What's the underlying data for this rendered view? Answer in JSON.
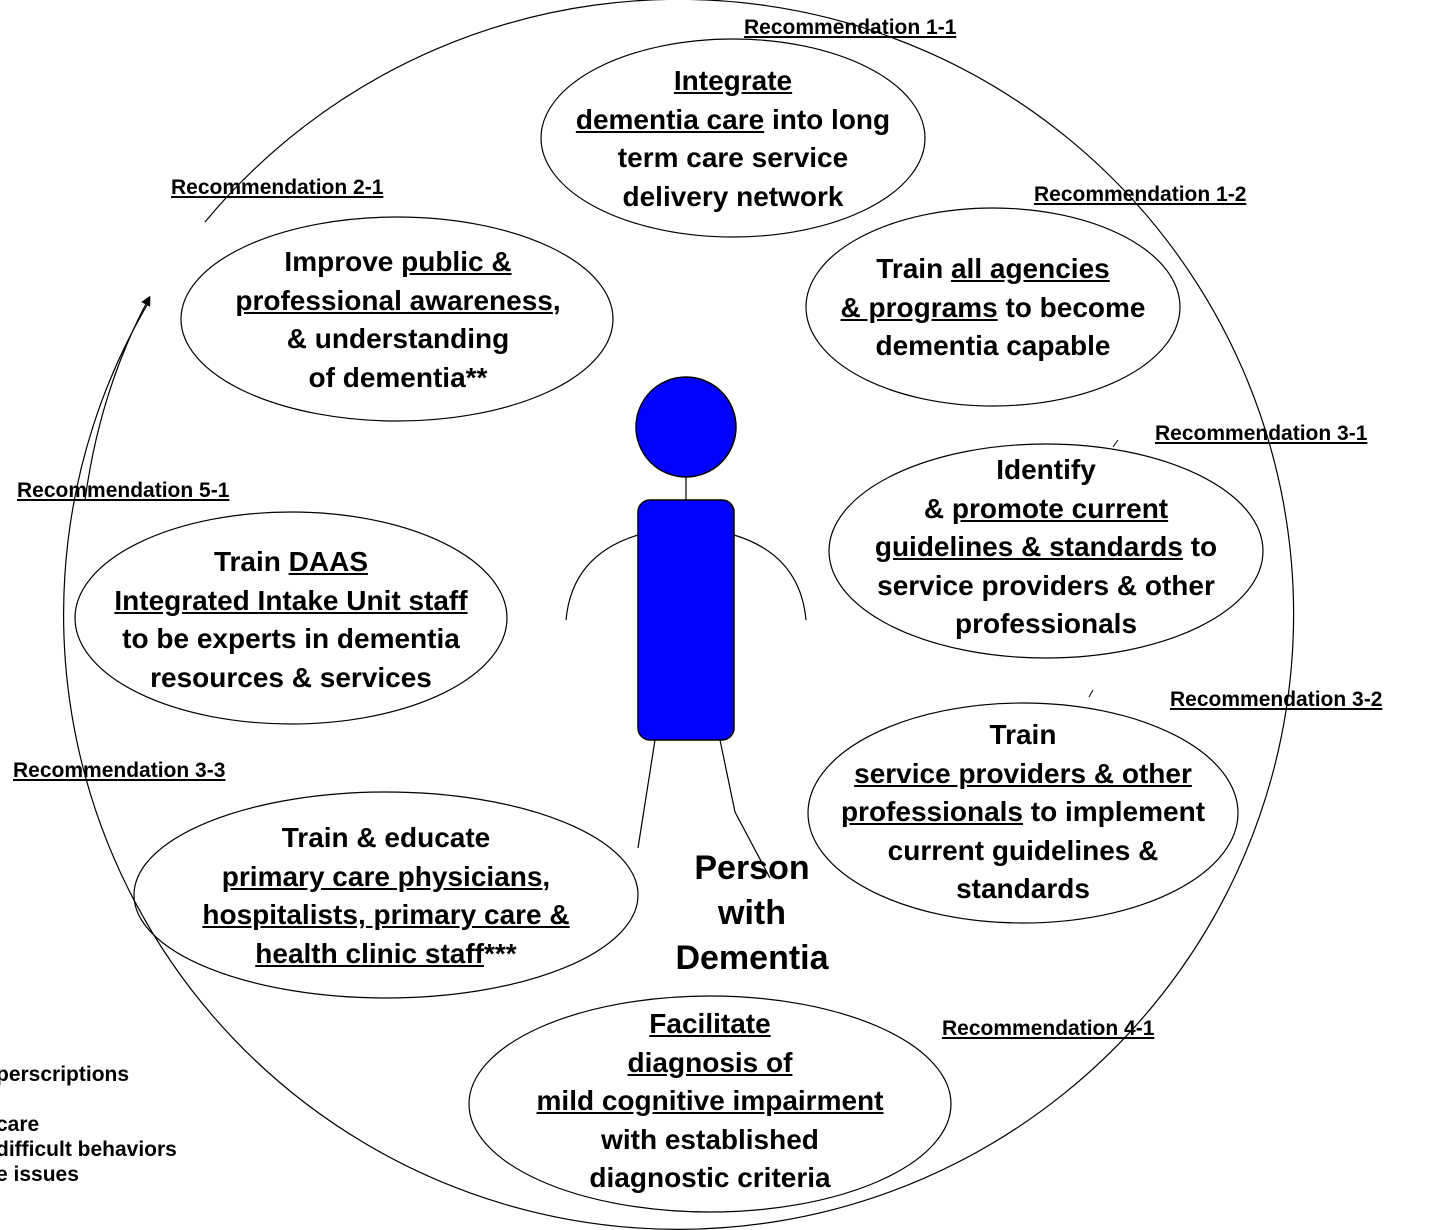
{
  "labels": {
    "rec_1_1": "Recommendation 1-1",
    "rec_1_2": "Recommendation 1-2",
    "rec_2_1": "Recommendation 2-1",
    "rec_3_1": "Recommendation 3-1",
    "rec_3_2": "Recommendation 3-2",
    "rec_3_3": "Recommendation 3-3",
    "rec_4_1": "Recommendation 4-1",
    "rec_5_1": "Recommendation 5-1"
  },
  "boxes": {
    "b1_1": {
      "l1": "Integrate",
      "l2a": "dementia care",
      "l2b": " into long",
      "l3": "term care service",
      "l4": "delivery network"
    },
    "b1_2": {
      "l1a": "Train ",
      "l1b": "all agencies",
      "l2a": "& programs",
      "l2b": " to become",
      "l3": "dementia capable"
    },
    "b2_1": {
      "l1a": "Improve ",
      "l1b": "public &",
      "l2a": "professional awareness",
      "l2b": ",",
      "l3": "& understanding",
      "l4": "of dementia**"
    },
    "b3_1": {
      "l1": "Identify",
      "l2a": "& ",
      "l2b": "promote current",
      "l3a": "guidelines & standards",
      "l3b": " to",
      "l4": "service providers & other",
      "l5": "professionals"
    },
    "b3_2": {
      "l1": "Train",
      "l2": "service providers & other",
      "l3a": "professionals",
      "l3b": " to implement",
      "l4": "current guidelines &",
      "l5": "standards"
    },
    "b3_3": {
      "l1": "Train & educate",
      "l2a": "primary care physicians",
      "l2b": ",",
      "l3": "hospitalists, primary care &",
      "l4a": "health clinic staff",
      "l4b": "***"
    },
    "b4_1": {
      "l1": "Facilitate",
      "l2": "diagnosis of",
      "l3": "mild cognitive impairment",
      "l4": "with established",
      "l5": "diagnostic criteria"
    },
    "b5_1": {
      "l1a": "Train ",
      "l1b": "DAAS",
      "l2": "Integrated Intake Unit staff",
      "l3": "to be experts in dementia",
      "l4": "resources & services"
    }
  },
  "person": {
    "l1": "Person",
    "l2": "with",
    "l3": "Dementia",
    "color": "#0000ff"
  },
  "notes": {
    "n1": "perscriptions",
    "n2": "care",
    "n3": "difficult behaviors",
    "n4": "e issues"
  }
}
